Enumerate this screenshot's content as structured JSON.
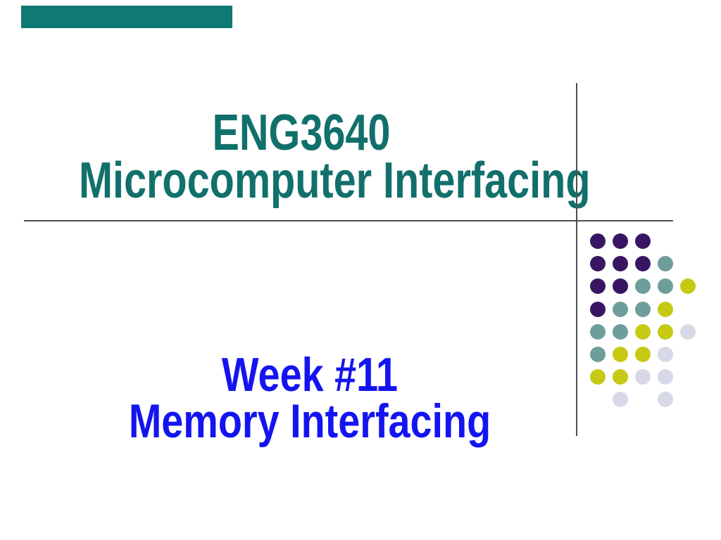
{
  "slide": {
    "title_line1": "ENG3640",
    "title_line2": "Microcomputer Interfacing",
    "subtitle_line1": "Week #11",
    "subtitle_line2": "Memory Interfacing"
  },
  "colors": {
    "bar_teal": "#0e7a73",
    "title_teal": "#11706c",
    "subtitle_blue": "#1414f0",
    "line_gray": "#4f4f4f",
    "dot_purple": "#391663",
    "dot_teal": "#6e9e9c",
    "dot_yellow": "#c6ca14",
    "dot_lavender": "#d8d9e8"
  },
  "dot_pattern": {
    "legend": {
      "P": "dot_purple",
      "T": "dot_teal",
      "Y": "dot_yellow",
      "L": "dot_lavender"
    },
    "grid": [
      [
        "P",
        "P",
        "P",
        null,
        null
      ],
      [
        "P",
        "P",
        "P",
        "T",
        null
      ],
      [
        "P",
        "P",
        "T",
        "T",
        "Y"
      ],
      [
        "P",
        "T",
        "T",
        "Y",
        null
      ],
      [
        "T",
        "T",
        "Y",
        "Y",
        "L"
      ],
      [
        "T",
        "Y",
        "Y",
        "L",
        null
      ],
      [
        "Y",
        "Y",
        "L",
        "L",
        null
      ],
      [
        null,
        "L",
        null,
        "L",
        null
      ]
    ]
  }
}
